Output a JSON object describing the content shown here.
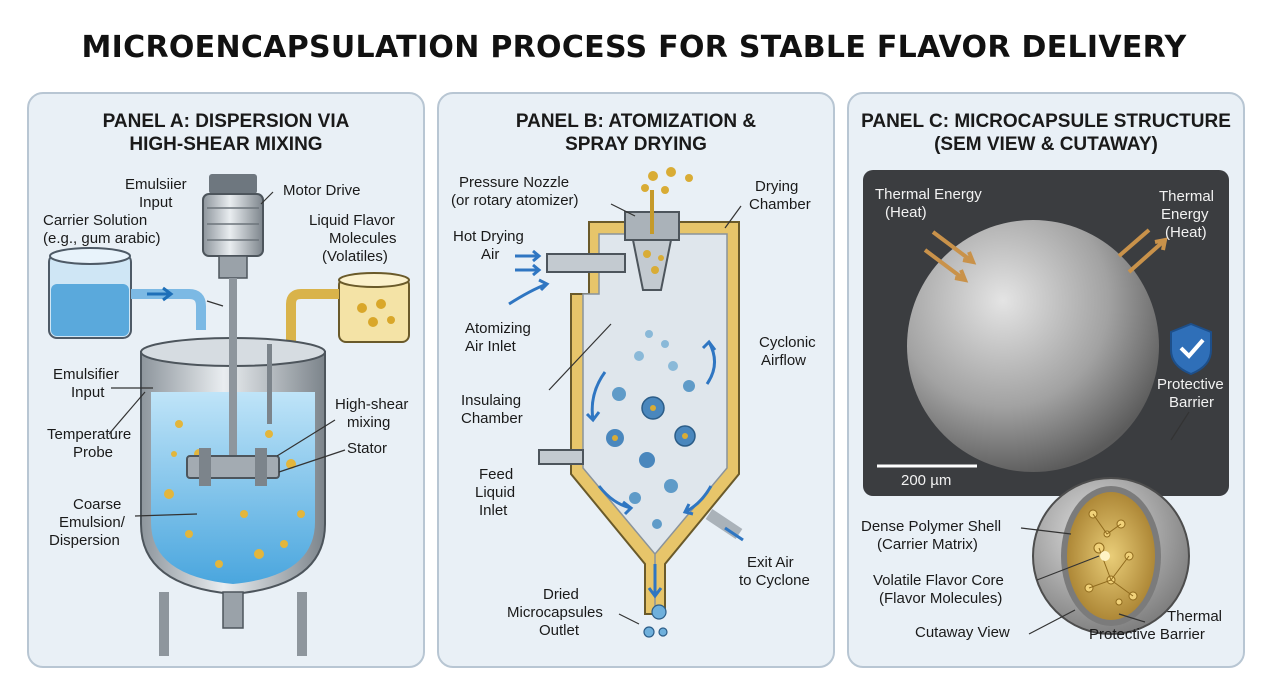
{
  "title": "MICROENCAPSULATION PROCESS FOR STABLE FLAVOR DELIVERY",
  "panel_a": {
    "title1": "PANEL A: DISPERSION VIA",
    "title2": "HIGH-SHEAR MIXING",
    "emulsifier_top1": "Emulsiier",
    "emulsifier_top2": "Input",
    "motor": "Motor Drive",
    "carrier1": "Carrier Solution",
    "carrier2": "(e.g., gum arabic)",
    "flavor1": "Liquid Flavor",
    "flavor2": "Molecules",
    "flavor3": "(Volatiles)",
    "emulsifier1": "Emulsifier",
    "emulsifier2": "Input",
    "temp1": "Temperature",
    "temp2": "Probe",
    "shear1": "High-shear",
    "shear2": "mixing",
    "stator": "Stator",
    "coarse1": "Coarse",
    "coarse2": "Emulsion/",
    "coarse3": "Dispersion"
  },
  "panel_b": {
    "title1": "PANEL B: ATOMIZATION &",
    "title2": "SPRAY DRYING",
    "nozzle1": "Pressure Nozzle",
    "nozzle2": "(or rotary atomizer)",
    "drying1": "Drying",
    "drying2": "Chamber",
    "hot1": "Hot Drying",
    "hot2": "Air",
    "atom1": "Atomizing",
    "atom2": "Air Inlet",
    "cyclonic1": "Cyclonic",
    "cyclonic2": "Airflow",
    "insul1": "Insulaing",
    "insul2": "Chamber",
    "feed1": "Feed",
    "feed2": "Liquid",
    "feed3": "Inlet",
    "exit1": "Exit Air",
    "exit2": "to Cyclone",
    "dried1": "Dried",
    "dried2": "Microcapsules",
    "dried3": "Outlet"
  },
  "panel_c": {
    "title1": "PANEL C: MICROCAPSULE STRUCTURE",
    "title2": "(SEM VIEW & CUTAWAY)",
    "thermal_l1": "Thermal Energy",
    "thermal_l2": "(Heat)",
    "thermal_r1": "Thermal",
    "thermal_r2": "Energy",
    "thermal_r3": "(Heat)",
    "protective1": "Protective",
    "protective2": "Barrier",
    "scale": "200 µm",
    "shell1": "Dense Polymer Shell",
    "shell2": "(Carrier Matrix)",
    "core1": "Volatile Flavor Core",
    "core2": "(Flavor Molecules)",
    "cutaway": "Cutaway View",
    "tpb1": "Thermal",
    "tpb2": "Protective Barrier"
  }
}
